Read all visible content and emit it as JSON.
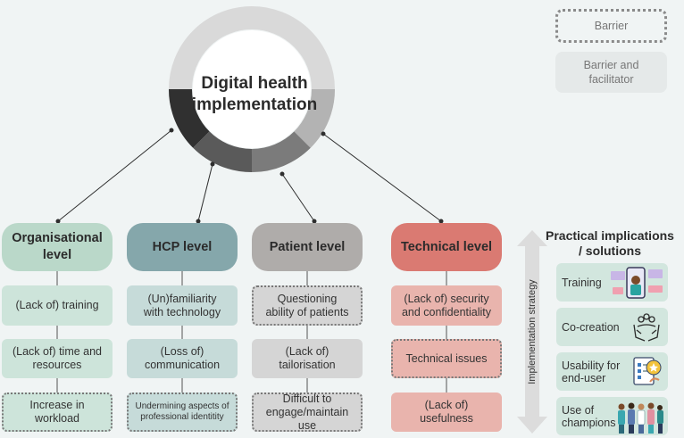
{
  "title": {
    "line1": "Digital health",
    "line2": "implementation"
  },
  "legend": {
    "barrier": "Barrier",
    "barrier_facilitator": {
      "line1": "Barrier and",
      "line2": "facilitator"
    }
  },
  "colors": {
    "organisational": "#bad8c9",
    "hcp": "#85a7ab",
    "patient": "#afacaa",
    "technical": "#da7a72",
    "organisational_cell": "#cde4da",
    "hcp_cell": "#c6dbd9",
    "patient_cell": "#d5d5d5",
    "technical_cell": "#e9b4ad"
  },
  "columns": {
    "organisational": {
      "title": {
        "line1": "Organisational",
        "line2": "level"
      },
      "items": [
        {
          "line1": "(Lack of) training",
          "line2": ""
        },
        {
          "line1": "(Lack of) time and",
          "line2": "resources"
        },
        {
          "line1": "Increase in",
          "line2": "workload"
        }
      ]
    },
    "hcp": {
      "title": {
        "line1": "HCP level",
        "line2": ""
      },
      "items": [
        {
          "line1": "(Un)familiarity",
          "line2": "with technology"
        },
        {
          "line1": "(Loss of)",
          "line2": "communication"
        },
        {
          "line1": "Undermining aspects of",
          "line2": "professional identitity"
        }
      ]
    },
    "patient": {
      "title": {
        "line1": "Patient level",
        "line2": ""
      },
      "items": [
        {
          "line1": "Questioning",
          "line2": "ability of patients"
        },
        {
          "line1": "(Lack of)",
          "line2": "tailorisation"
        },
        {
          "line1": "Difficult to",
          "line2": "engage/maintain use"
        }
      ]
    },
    "technical": {
      "title": {
        "line1": "Technical level",
        "line2": ""
      },
      "items": [
        {
          "line1": "(Lack of) security",
          "line2": "and confidentiality"
        },
        {
          "line1": "Technical issues",
          "line2": ""
        },
        {
          "line1": "(Lack of)",
          "line2": "usefulness"
        }
      ]
    }
  },
  "strategy_label": "Implementation strategy",
  "implications": {
    "title": {
      "line1": "Practical implications",
      "line2": "/ solutions"
    },
    "items": [
      {
        "line1": "Training",
        "line2": "",
        "icon": "phone-training-icon"
      },
      {
        "line1": "Co-creation",
        "line2": "",
        "icon": "hands-people-icon"
      },
      {
        "line1": "Usability for",
        "line2": "end-user",
        "icon": "checklist-star-icon"
      },
      {
        "line1": "Use of",
        "line2": "champions",
        "icon": "team-people-icon"
      }
    ]
  }
}
